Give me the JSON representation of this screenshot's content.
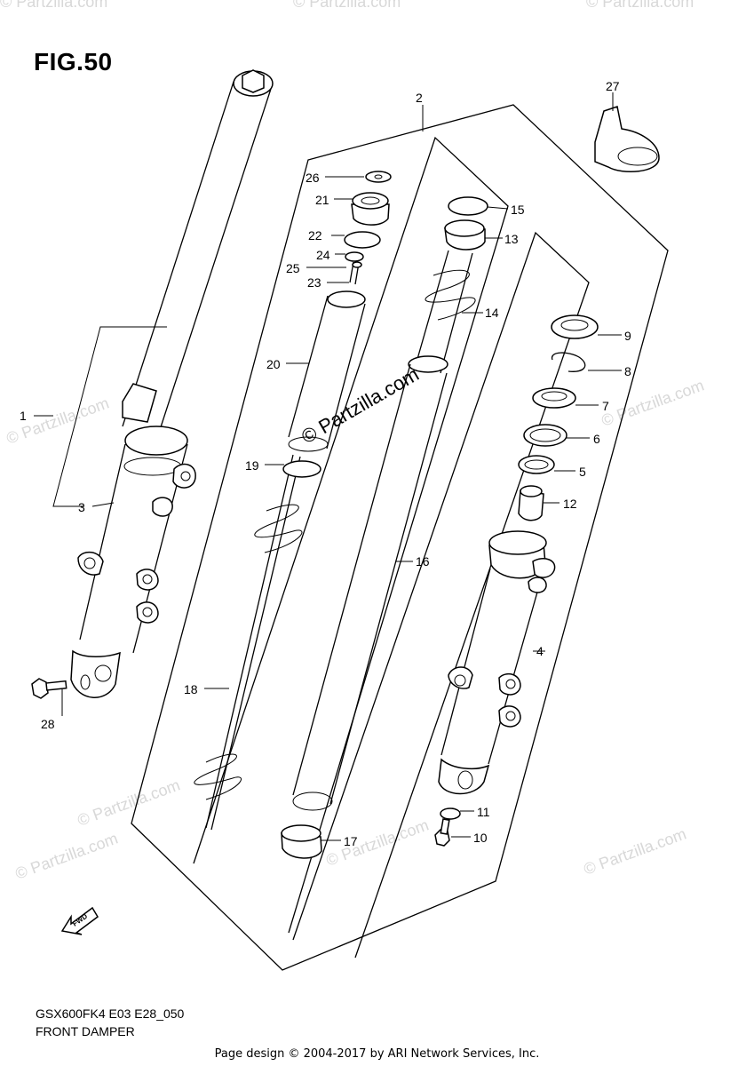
{
  "figure": {
    "title": "FIG.50",
    "model_code": "GSX600FK4 E03 E28_050",
    "caption": "FRONT DAMPER",
    "page_credit": "Page design © 2004-2017 by ARI Network Services, Inc."
  },
  "watermark": {
    "center": "© Partzilla.com",
    "repeated": "© Partzilla.com"
  },
  "direction_marker": "FWD",
  "callouts": {
    "c1": "1",
    "c2": "2",
    "c3": "3",
    "c4": "4",
    "c5": "5",
    "c6": "6",
    "c7": "7",
    "c8": "8",
    "c9": "9",
    "c10": "10",
    "c11": "11",
    "c12": "12",
    "c13": "13",
    "c14": "14",
    "c15": "15",
    "c16": "16",
    "c17": "17",
    "c18": "18",
    "c19": "19",
    "c20": "20",
    "c21": "21",
    "c22": "22",
    "c23": "23",
    "c24": "24",
    "c25": "25",
    "c26": "26",
    "c27": "27",
    "c28": "28"
  }
}
